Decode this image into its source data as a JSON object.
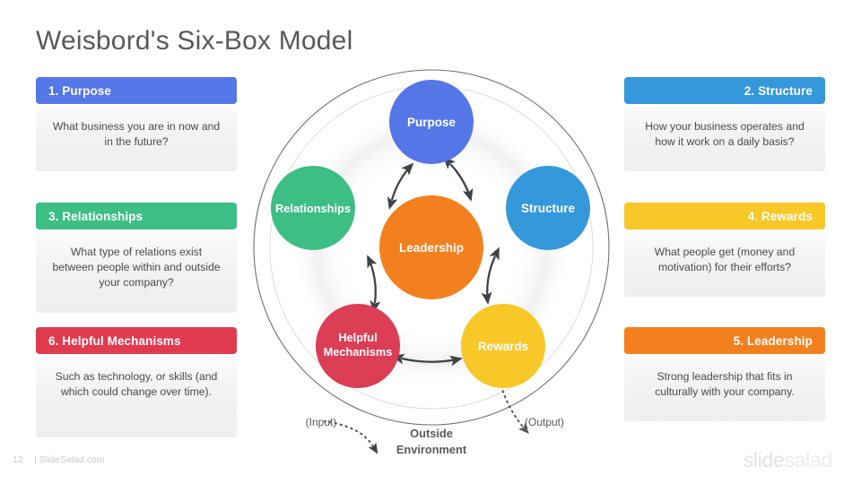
{
  "slide": {
    "title": "Weisbord's Six-Box Model"
  },
  "cards": {
    "purpose": {
      "header": "1. Purpose",
      "body": "What business you are in now and in the future?",
      "color": "#5576e6"
    },
    "structure": {
      "header": "2. Structure",
      "body": "How your business operates and how it work on a daily basis?",
      "color": "#3498db"
    },
    "relationships": {
      "header": "3. Relationships",
      "body": "What type of relations exist between people within and outside your company?",
      "color": "#3dbe84"
    },
    "rewards": {
      "header": "4. Rewards",
      "body": "What people get (money and motivation) for their efforts?",
      "color": "#f8c728"
    },
    "leadership": {
      "header": "5. Leadership",
      "body": "Strong leadership that fits in culturally with your company.",
      "color": "#f3801f"
    },
    "helpful": {
      "header": "6. Helpful Mechanisms",
      "body": "Such as technology, or skills (and which could change over time).",
      "color": "#e03a4e"
    }
  },
  "diagram": {
    "center_node": {
      "label": "Leadership",
      "color": "#f3801f"
    },
    "nodes": [
      {
        "id": "purpose",
        "label": "Purpose",
        "color": "#5576e6"
      },
      {
        "id": "structure",
        "label": "Structure",
        "color": "#3498db"
      },
      {
        "id": "rewards",
        "label": "Rewards",
        "color": "#f8c728"
      },
      {
        "id": "helpful",
        "label_line1": "Helpful",
        "label_line2": "Mechanisms",
        "color": "#db3e55"
      },
      {
        "id": "relationships",
        "label": "Relationships",
        "color": "#3dbe84"
      }
    ],
    "outside_environment_line1": "Outside",
    "outside_environment_line2": "Environment",
    "input_label": "(Input)",
    "output_label": "(Output)",
    "ring_color": "#58595b",
    "arrow_color": "#3f4348"
  },
  "footer": {
    "page_number": "12",
    "site": "| SlideSalad.com",
    "watermark_part1": "slide",
    "watermark_part2": "salad"
  }
}
